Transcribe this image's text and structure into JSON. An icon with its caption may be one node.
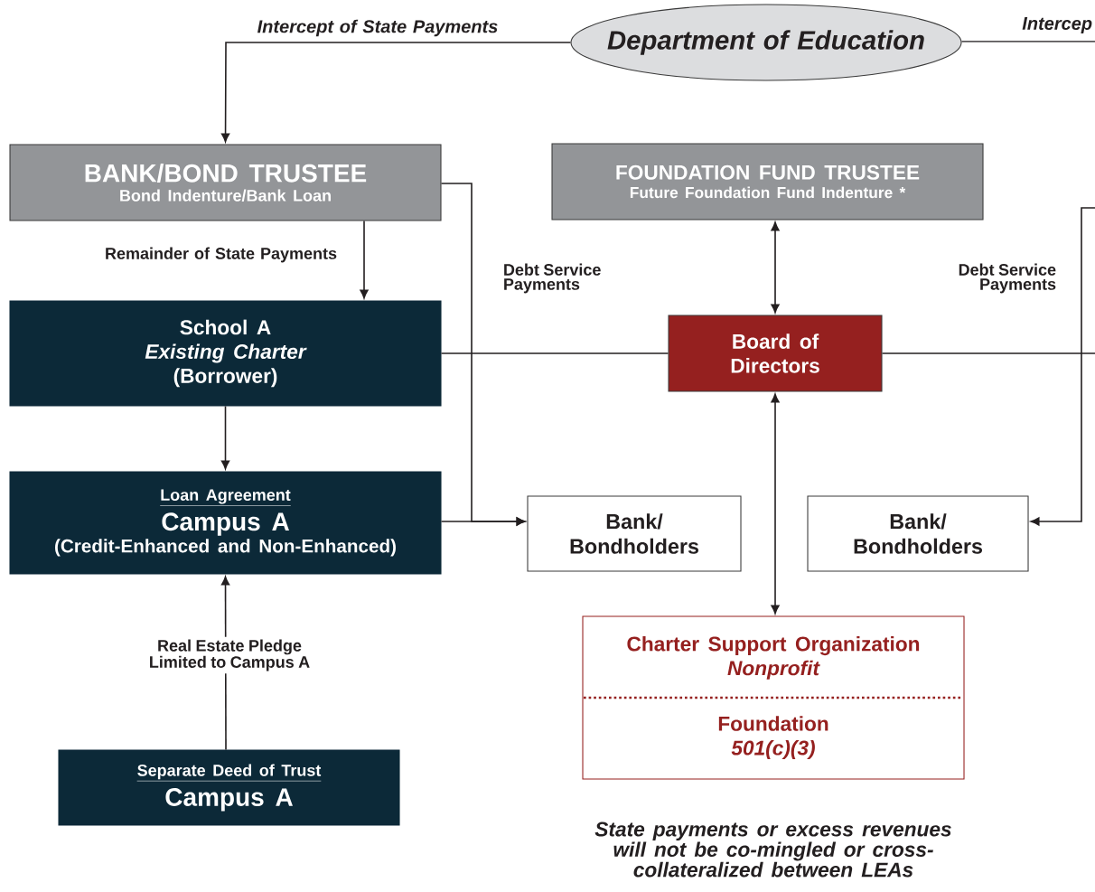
{
  "diagram": {
    "nodes": [
      {
        "text": [
          "Department of Education"
        ]
      },
      {
        "text": [
          "BANK/BOND TRUSTEE",
          "Bond Indenture/Bank Loan"
        ]
      },
      {
        "text": [
          "FOUNDATION FUND TRUSTEE",
          "Future Foundation Fund Indenture *"
        ]
      },
      {
        "text": [
          "School A",
          "Existing Charter",
          "(Borrower)"
        ]
      },
      {
        "text": [
          "Board of Directors"
        ]
      },
      {
        "text": [
          "Loan Agreement",
          "Campus A",
          "(Credit-Enhanced and Non-Enhanced)"
        ]
      },
      {
        "text": [
          "Bank/ Bondholders"
        ]
      },
      {
        "text": [
          "Bank/ Bondholders"
        ]
      },
      {
        "text": [
          "Charter Support Organization",
          "Nonprofit",
          "Foundation",
          "501(c)(3)"
        ]
      },
      {
        "text": [
          "Separate Deed of Trust",
          "Campus A"
        ]
      }
    ],
    "edges": [
      {
        "from": 0,
        "to": 1,
        "arrow": "to",
        "label": "Intercept of State Payments"
      },
      {
        "from": 0,
        "to": null,
        "arrow": "none",
        "label": "Intercep"
      },
      {
        "from": 1,
        "to": 3,
        "arrow": "to",
        "label": "Remainder of State Payments"
      },
      {
        "from": 1,
        "to": 6,
        "arrow": "to",
        "label": "Debt Service Payments"
      },
      {
        "from": 5,
        "to": 6,
        "arrow": "to"
      },
      {
        "from": 3,
        "to": 4,
        "arrow": "none"
      },
      {
        "from": 2,
        "to": 4,
        "arrow": "both"
      },
      {
        "from": 4,
        "to": null,
        "arrow": "none"
      },
      {
        "from": 4,
        "to": 8,
        "arrow": "both"
      },
      {
        "from": 3,
        "to": 5,
        "arrow": "to"
      },
      {
        "from": 9,
        "to": 5,
        "arrow": "to",
        "label": "Real Estate Pledge Limited to Campus A"
      },
      {
        "from": null,
        "to": 7,
        "arrow": "to",
        "label": "Debt Service Payments"
      }
    ],
    "labels": [
      "State payments or excess revenues will not be co-mingled or cross-collateralized between LEAs"
    ]
  }
}
